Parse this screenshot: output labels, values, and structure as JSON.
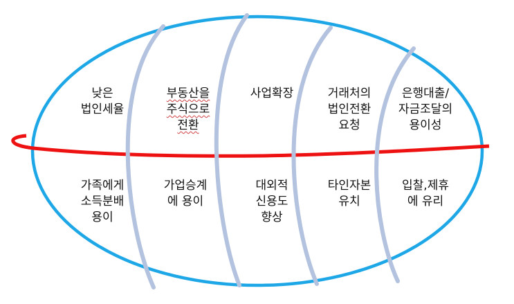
{
  "colors": {
    "ellipse_outline": "#1ea7e6",
    "equator_line": "#ee1111",
    "ring_lines": "#b3c2de",
    "text": "#111111"
  },
  "top_row": [
    {
      "text": "낮은\n법인세율"
    },
    {
      "text": "부동산을\n주식으로\n전환"
    },
    {
      "text": "사업확장"
    },
    {
      "text": "거래처의\n법인전환\n요청"
    },
    {
      "text": "은행대출/\n자금조달의\n용이성"
    }
  ],
  "bottom_row": [
    {
      "text": "가족에게\n소득분배\n용이"
    },
    {
      "text": "가업승계\n에 용이"
    },
    {
      "text": "대외적\n신용도\n향상"
    },
    {
      "text": "타인자본\n유치"
    },
    {
      "text": "입찰,제휴\n에 유리"
    }
  ]
}
